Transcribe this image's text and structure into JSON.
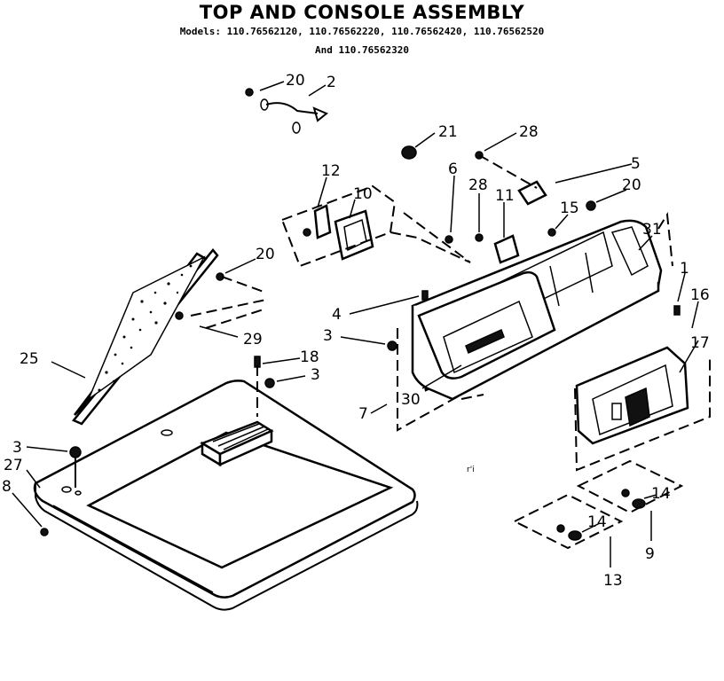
{
  "title": "TOP AND CONSOLE ASSEMBLY",
  "models_line1": "Models: 110.76562120, 110.76562220, 110.76562420, 110.76562520",
  "models_line2": "And 110.76562320",
  "stray_mark": "r'i",
  "callouts": {
    "c20a": "20",
    "c2": "2",
    "c21": "21",
    "c28a": "28",
    "c5": "5",
    "c12": "12",
    "c10": "10",
    "c6": "6",
    "c28b": "28",
    "c11": "11",
    "c15": "15",
    "c20b": "20",
    "c31": "31",
    "c20c": "20",
    "c25": "25",
    "c29": "29",
    "c4": "4",
    "c3a": "3",
    "c18": "18",
    "c3b": "3",
    "c1": "1",
    "c16": "16",
    "c17": "17",
    "c30": "30",
    "c7": "7",
    "c3c": "3",
    "c27": "27",
    "c8": "8",
    "c14a": "14",
    "c14b": "14",
    "c9": "9",
    "c13": "13"
  }
}
